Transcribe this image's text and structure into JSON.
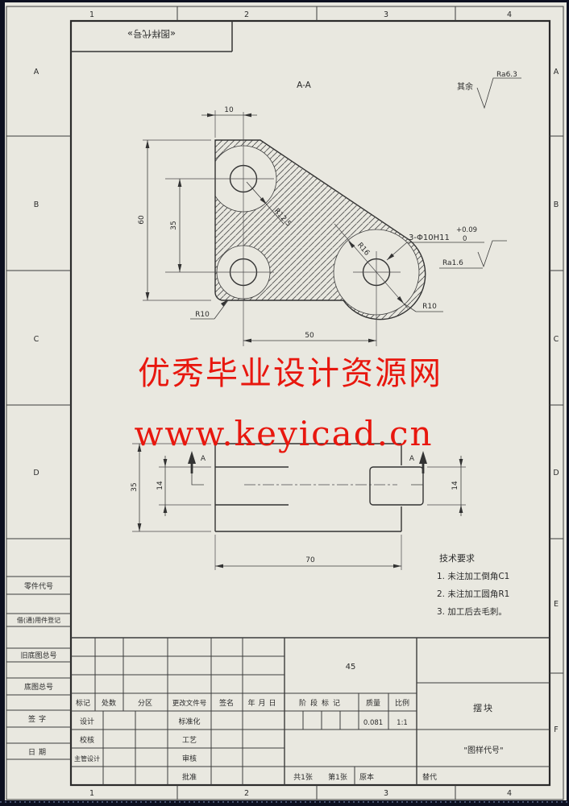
{
  "sheet": {
    "paper_color": "#e9e8e0",
    "line_color": "#3c3c3c",
    "watermark_color": "#e8170e",
    "zone_numbers": [
      "1",
      "2",
      "3",
      "4"
    ],
    "zone_letters": [
      "A",
      "B",
      "C",
      "D",
      "E",
      "F"
    ],
    "corner_box_text": "«图样代号»"
  },
  "watermark": {
    "line1": "优秀毕业设计资源网",
    "line2": "www.keyicad.cn"
  },
  "margin_fields": {
    "part_code": "零件代号",
    "borrow_record": "借(通)用件登记",
    "old_master_no": "旧底图总号",
    "master_no": "底图总号",
    "signature": "签字",
    "date": "日期"
  },
  "front_view": {
    "section_label": "A-A",
    "default_roughness_prefix": "其余",
    "default_roughness": "Ra6.3",
    "dim_top": "10",
    "dim_height": "60",
    "dim_hole_spacing": "35",
    "dim_width": "50",
    "radius_upper": "R12.5",
    "radius_right": "R16",
    "radius_bottom_left": "R10",
    "radius_bottom_right": "R10",
    "hole_callout": "3-Φ10H11",
    "hole_tol_upper": "+0.09",
    "hole_tol_lower": "0",
    "hole_roughness": "Ra1.6"
  },
  "bottom_view": {
    "dim_height": "35",
    "dim_slot": "14",
    "dim_width": "70",
    "dim_slot_right": "14",
    "section_arrow_label": "A"
  },
  "tech_requirements": {
    "title": "技术要求",
    "items": [
      "1. 未注加工倒角C1",
      "2. 未注加工圆角R1",
      "3. 加工后去毛刺。"
    ]
  },
  "title_block": {
    "material": "45",
    "rev_headers": [
      "标记",
      "处数",
      "分区",
      "更改文件号",
      "签名",
      "年月日"
    ],
    "sign_left": [
      "设计",
      "校核",
      "主管设计"
    ],
    "sign_right": [
      "标准化",
      "工艺",
      "审核",
      "批准"
    ],
    "stage_mark_label": "阶段标记",
    "mass_label": "质量",
    "scale_label": "比例",
    "mass_value": "0.081",
    "scale_value": "1:1",
    "part_name": "摆块",
    "drawing_code": "\"图样代号\"",
    "total_sheets": "共1张",
    "sheet_number": "第1张",
    "original_label": "原本",
    "replace_label": "替代"
  }
}
